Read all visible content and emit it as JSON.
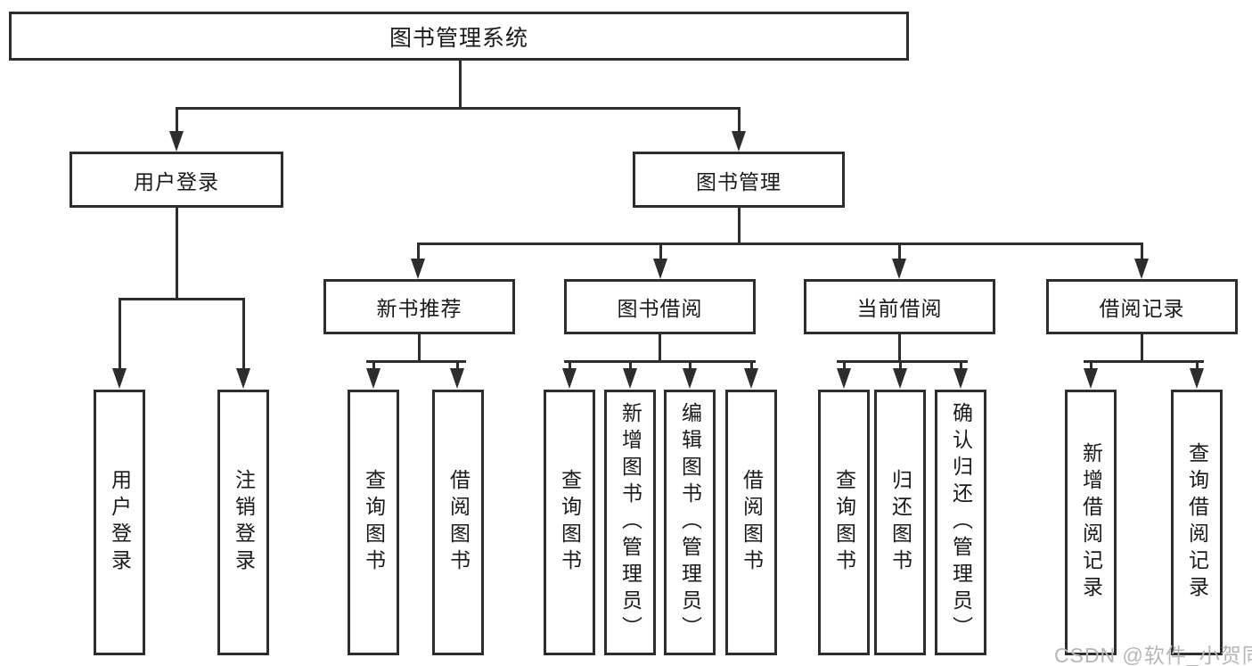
{
  "diagram": {
    "tree": {
      "label": "图书管理系统",
      "children": [
        {
          "label": "用户登录",
          "children": [
            {
              "label": "用户登录"
            },
            {
              "label": "注销登录"
            }
          ]
        },
        {
          "label": "图书管理",
          "children": [
            {
              "label": "新书推荐",
              "children": [
                {
                  "label": "查询图书"
                },
                {
                  "label": "借阅图书"
                }
              ]
            },
            {
              "label": "图书借阅",
              "children": [
                {
                  "label": "查询图书"
                },
                {
                  "label": "新增图书（管理员）"
                },
                {
                  "label": "编辑图书（管理员）"
                },
                {
                  "label": "借阅图书"
                }
              ]
            },
            {
              "label": "当前借阅",
              "children": [
                {
                  "label": "查询图书"
                },
                {
                  "label": "归还图书"
                },
                {
                  "label": "确认归还（管理员）"
                }
              ]
            },
            {
              "label": "借阅记录",
              "children": [
                {
                  "label": "新增借阅记录"
                },
                {
                  "label": "查询借阅记录"
                }
              ]
            }
          ]
        }
      ]
    },
    "colors": {
      "line": "#2d2d2d",
      "text": "#1a1a1a",
      "background": "#ffffff",
      "watermark": "#b6b6b6"
    }
  },
  "watermark": {
    "text": "CSDN @软件_小贺同学"
  }
}
